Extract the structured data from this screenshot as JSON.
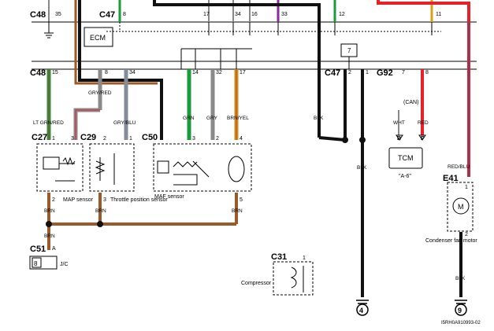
{
  "connectors": {
    "c48_top": "C48",
    "c47_top": "C47",
    "c48_mid": "C48",
    "c47_mid": "C47",
    "g92": "G92",
    "c27": "C27",
    "c29": "C29",
    "c50": "C50",
    "c51": "C51",
    "c31": "C31",
    "e41": "E41"
  },
  "ecm_label": "ECM",
  "tcm_label": "TCM",
  "tcm_ref": "\"A-6\"",
  "can_label": "(CAN)",
  "pins": {
    "c48_top_35": "35",
    "c47_top_8": "8",
    "top_17": "17",
    "top_34": "34",
    "top_16": "16",
    "top_33": "33",
    "top_12": "12",
    "top_11": "11",
    "c48_mid_15": "15",
    "mid_8": "8",
    "mid_34": "34",
    "mid_14": "14",
    "mid_32": "32",
    "mid_17": "17",
    "c47_mid_2": "2",
    "c47_mid_1": "1",
    "g92_7": "7",
    "g92_8": "8",
    "relay_7": "7",
    "c27_1": "1",
    "c27_3": "3",
    "c27_2": "2",
    "c29_1": "1",
    "c29_2": "2",
    "c29_3": "3",
    "c50_3": "3",
    "c50_2": "2",
    "c50_4": "4",
    "c50_5": "5",
    "c51_a": "A",
    "c31_1": "1",
    "e41_1": "1",
    "e41_2": "2"
  },
  "wire_colors": {
    "lt_grn_red": "LT GRN/RED",
    "gry_red": "GRY/RED",
    "gry_blu": "GRY/BLU",
    "grn": "GRN",
    "gry": "GRY",
    "brn_yel": "BRN/YEL",
    "blk_1": "BLK",
    "blk_2": "BLK",
    "blk_3": "BLK",
    "wht": "WHT",
    "red": "RED",
    "red_blu": "RED/BLU",
    "brn_1": "BRN",
    "brn_2": "BRN",
    "brn_3": "BRN",
    "brn_4": "BRN"
  },
  "components": {
    "map_sensor": "MAP sensor",
    "tps_sensor": "Throttle position sensor",
    "maf_sensor": "MAF sensor",
    "compressor": "Compressor",
    "condenser_fan": "Condenser fan motor",
    "jc_label": "J/C",
    "jc_pin": "8",
    "motor": "M"
  },
  "grounds": {
    "g4": "4",
    "g9": "9"
  },
  "tcm_pins": {
    "wht_pin": "B",
    "red_pin": "P"
  },
  "figure_id": "I5RH0A910993-02",
  "colors": {
    "green": "#1a9a3a",
    "brown": "#9a5a2a",
    "gray": "#8a8a8a",
    "red": "#e8202a",
    "blue_gray": "#7a8fb0",
    "orange": "#d88a1a",
    "black": "#111111",
    "purple": "#8a2aa0"
  }
}
